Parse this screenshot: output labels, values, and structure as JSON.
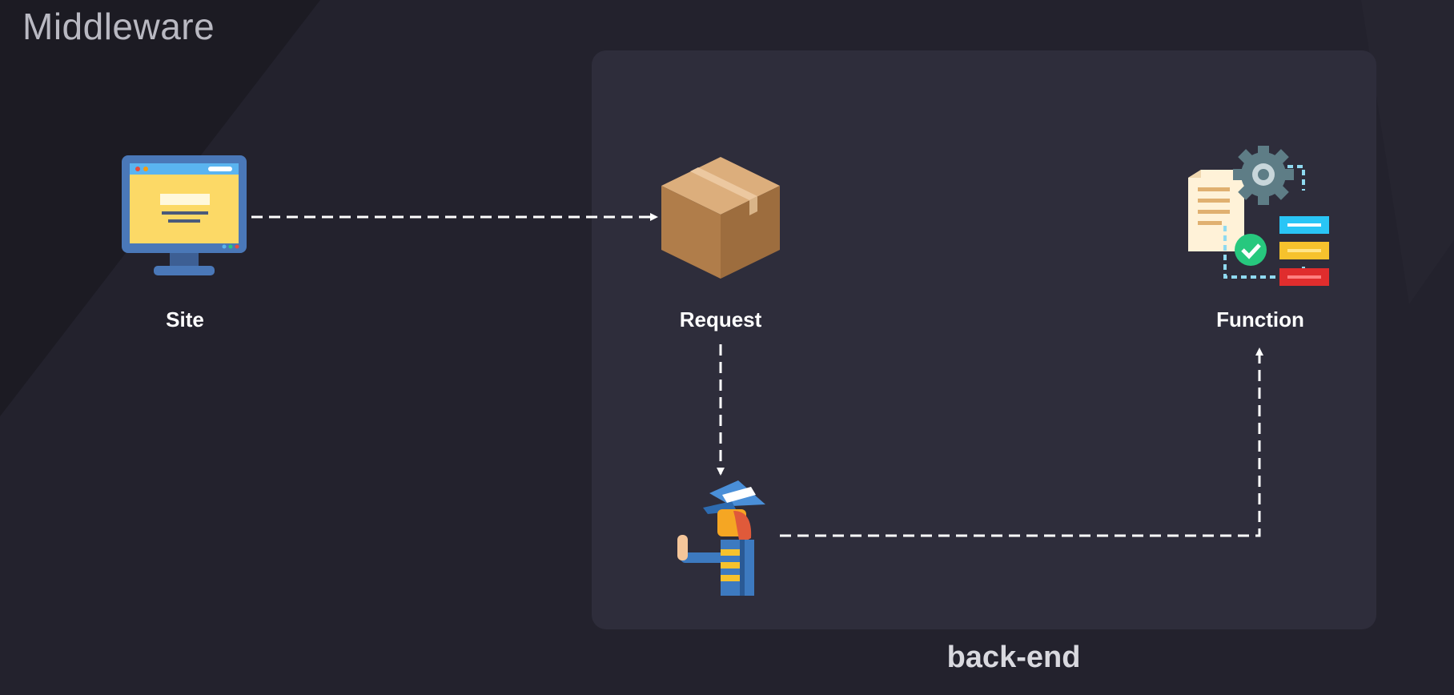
{
  "slide": {
    "title": "Middleware"
  },
  "nodes": {
    "site": {
      "label": "Site",
      "icon": "monitor-icon"
    },
    "request": {
      "label": "Request",
      "icon": "package-box-icon"
    },
    "middleware": {
      "label": "",
      "icon": "guard-stop-icon"
    },
    "function": {
      "label": "Function",
      "icon": "workflow-gear-icon"
    }
  },
  "panel": {
    "label": "back-end"
  },
  "colors": {
    "background": "#23222d",
    "panel": "#2e2d3b",
    "arrow": "#ffffff",
    "box": "#c8955f",
    "monitor_frame": "#4a78b8",
    "monitor_screen": "#fcd966",
    "gear": "#5e7d86",
    "check": "#27c87e"
  },
  "edges": [
    {
      "from": "site",
      "to": "request"
    },
    {
      "from": "request",
      "to": "middleware"
    },
    {
      "from": "middleware",
      "to": "function"
    }
  ]
}
